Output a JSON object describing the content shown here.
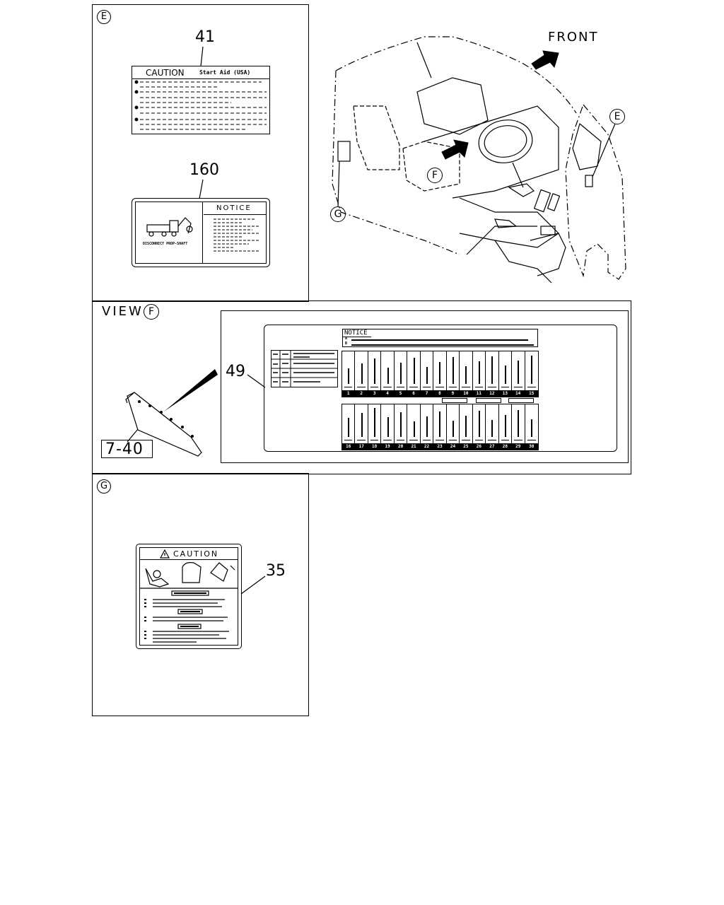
{
  "views": {
    "E": {
      "letter": "E"
    },
    "F": {
      "prefix": "VIEW",
      "letter": "F"
    },
    "G": {
      "letter": "G"
    }
  },
  "callouts": {
    "front": "FRONT",
    "e": "E",
    "f": "F",
    "g": "G"
  },
  "parts": {
    "p41": {
      "number": "41",
      "title": "CAUTION",
      "subtitle": "Start Aid (USA)"
    },
    "p160": {
      "number": "160",
      "title": "NOTICE",
      "caption": "DISCONNECT PROP-SHAFT"
    },
    "p49": {
      "number": "49",
      "title": "NOTICE",
      "bullets": [
        "A",
        "B"
      ],
      "fuse_row1": [
        "1",
        "2",
        "3",
        "4",
        "5",
        "6",
        "7",
        "8",
        "9",
        "10",
        "11",
        "12",
        "13",
        "14",
        "15"
      ],
      "fuse_row2": [
        "16",
        "17",
        "18",
        "19",
        "20",
        "21",
        "22",
        "23",
        "24",
        "25",
        "26",
        "27",
        "28",
        "29",
        "30"
      ]
    },
    "p7_40": {
      "number": "7-40"
    },
    "p35": {
      "number": "35",
      "title": "CAUTION"
    }
  }
}
